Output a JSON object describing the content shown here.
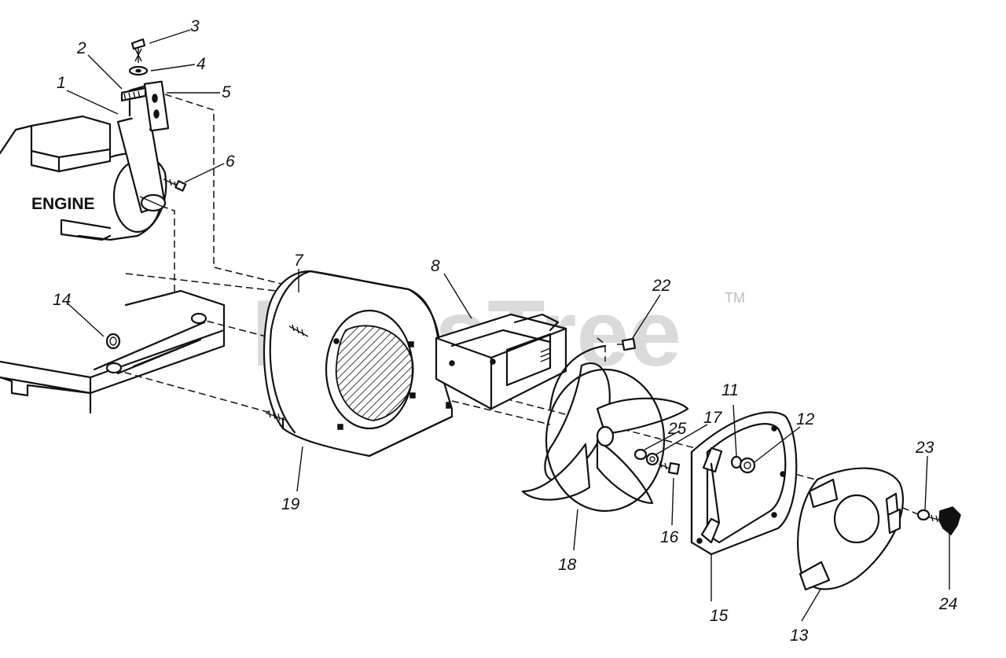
{
  "diagram": {
    "engine_label": "ENGINE",
    "watermark": "PartsTree",
    "watermark_tm": "TM",
    "callouts": [
      {
        "id": "c1",
        "text": "1"
      },
      {
        "id": "c2",
        "text": "2"
      },
      {
        "id": "c3",
        "text": "3"
      },
      {
        "id": "c4",
        "text": "4"
      },
      {
        "id": "c5",
        "text": "5"
      },
      {
        "id": "c6",
        "text": "6"
      },
      {
        "id": "c7",
        "text": "7"
      },
      {
        "id": "c8",
        "text": "8"
      },
      {
        "id": "c11",
        "text": "11"
      },
      {
        "id": "c12",
        "text": "12"
      },
      {
        "id": "c13",
        "text": "13"
      },
      {
        "id": "c14",
        "text": "14"
      },
      {
        "id": "c15",
        "text": "15"
      },
      {
        "id": "c16",
        "text": "16"
      },
      {
        "id": "c17",
        "text": "17"
      },
      {
        "id": "c18",
        "text": "18"
      },
      {
        "id": "c19",
        "text": "19"
      },
      {
        "id": "c22",
        "text": "22"
      },
      {
        "id": "c23",
        "text": "23"
      },
      {
        "id": "c24",
        "text": "24"
      },
      {
        "id": "c25",
        "text": "25"
      }
    ]
  }
}
